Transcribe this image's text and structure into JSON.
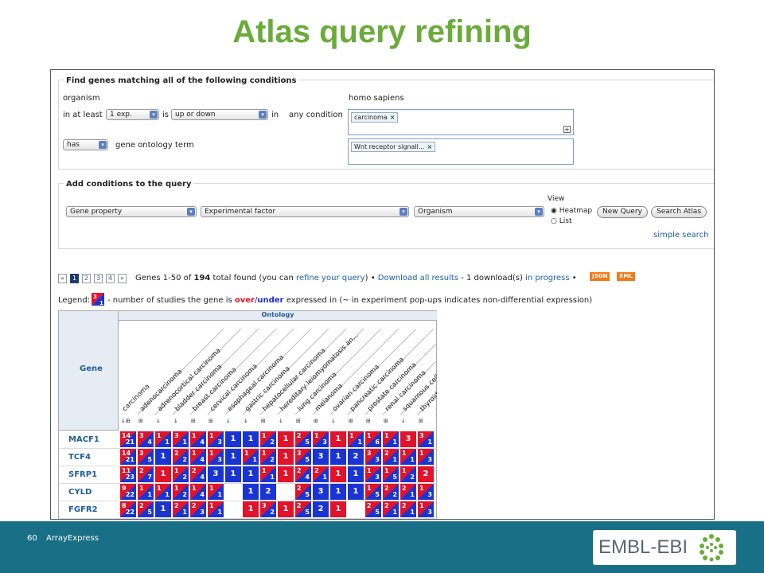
{
  "slide": {
    "title": "Atlas query refining",
    "page_number": "60",
    "footer_label": "ArrayExpress",
    "logo_text": "EMBL-EBI"
  },
  "find_section": {
    "legend": "Find genes matching all of the following conditions",
    "organism_label": "organism",
    "organism_value": "homo sapiens",
    "in_at_least_label": "in at least",
    "exp_select": "1 exp.",
    "is_label": "is",
    "direction_select": "up or down",
    "in_label": "in",
    "condition_label": "any condition",
    "condition_tag": "carcinoma",
    "has_select": "has",
    "go_term_label": "gene ontology term",
    "go_tag": "Wnt receptor signall..."
  },
  "add_section": {
    "legend": "Add conditions to the query",
    "select_1": "Gene property",
    "select_2": "Experimental factor",
    "select_3": "Organism",
    "view_label": "View",
    "view_heatmap": "Heatmap",
    "view_list": "List",
    "new_query_button": "New Query",
    "search_atlas_button": "Search Atlas",
    "simple_search_link": "simple search"
  },
  "results": {
    "pages": [
      "«",
      "1",
      "2",
      "3",
      "4",
      "»"
    ],
    "current_page": "1",
    "genes_range": "Genes 1-50 of",
    "total": "194",
    "total_found": "total found (you can",
    "refine_link": "refine your query",
    "close_paren": ")",
    "bullet": "•",
    "download_link": "Download all results",
    "download_text": "- 1 download(s)",
    "progress_link": "in progress",
    "json_badge": "JSON",
    "xml_badge": "XML"
  },
  "legend": {
    "label": "Legend:",
    "sample_top": "3",
    "sample_bottom": "1",
    "text_1": "- number of studies the gene is",
    "over": "over",
    "slash": "/",
    "under": "under",
    "text_2": "expressed in (~ in experiment pop-ups indicates non-differential expression)"
  },
  "heatmap": {
    "gene_header": "Gene",
    "ontology_header": "Ontology",
    "columns": [
      "carcinoma",
      "adenocarcinoma",
      "adrenocortical carcinoma",
      "bladder carcinoma",
      "breast carcinoma",
      "cervical carcinoma",
      "esophageal carcinoma",
      "gastric carcinoma",
      "hepatocellular carcinoma",
      "hereditary leiomyomatosis an...",
      "lung carcinoma",
      "melanoma",
      "ovarian carcinoma",
      "pancreatic carcinoma",
      "prostate carcinoma",
      "renal carcinoma",
      "squamous cell carcinoma",
      "thyroid carcinoma"
    ],
    "column_markers": [
      "↓⊞",
      "⊞",
      "↓",
      "↓",
      "⊞",
      "⊞",
      "↓",
      "↓",
      "⊞",
      "↓",
      "⊞",
      "⊞",
      "↓",
      "⊞",
      "⊞",
      "⊞",
      "↓",
      "⊞"
    ],
    "rows": [
      {
        "gene": "MACF1",
        "cells": [
          [
            "14",
            "21"
          ],
          [
            "3",
            "4"
          ],
          [
            "1",
            "1"
          ],
          [
            "3",
            "1"
          ],
          [
            "1",
            "4"
          ],
          [
            "1",
            "3"
          ],
          [
            "",
            "1"
          ],
          [
            "",
            "1"
          ],
          [
            "1",
            "2"
          ],
          [
            "1",
            ""
          ],
          [
            "2",
            "5"
          ],
          [
            "1",
            "3"
          ],
          [
            "1",
            ""
          ],
          [
            "1",
            "1"
          ],
          [
            "1",
            "6"
          ],
          [
            "1",
            "1"
          ],
          [
            "3",
            ""
          ],
          [
            "3",
            "1"
          ]
        ]
      },
      {
        "gene": "TCF4",
        "cells": [
          [
            "14",
            "21"
          ],
          [
            "3",
            "5"
          ],
          [
            "",
            "1"
          ],
          [
            "2",
            "2"
          ],
          [
            "1",
            "4"
          ],
          [
            "1",
            "3"
          ],
          [
            "",
            "1"
          ],
          [
            "1",
            "1"
          ],
          [
            "1",
            "2"
          ],
          [
            "1",
            ""
          ],
          [
            "3",
            "5"
          ],
          [
            "",
            "3"
          ],
          [
            "",
            "1"
          ],
          [
            "",
            "2"
          ],
          [
            "3",
            "3"
          ],
          [
            "2",
            "1"
          ],
          [
            "1",
            "1"
          ],
          [
            "1",
            "3"
          ]
        ]
      },
      {
        "gene": "SFRP1",
        "cells": [
          [
            "11",
            "23"
          ],
          [
            "2",
            "7"
          ],
          [
            "1",
            ""
          ],
          [
            "1",
            "2"
          ],
          [
            "2",
            "4"
          ],
          [
            "",
            "3"
          ],
          [
            "",
            "1"
          ],
          [
            "",
            "1"
          ],
          [
            "1",
            "1"
          ],
          [
            "1",
            ""
          ],
          [
            "2",
            "4"
          ],
          [
            "2",
            "1"
          ],
          [
            "1",
            ""
          ],
          [
            "",
            "1"
          ],
          [
            "1",
            "3"
          ],
          [
            "1",
            "5"
          ],
          [
            "1",
            "2"
          ],
          [
            "2",
            ""
          ]
        ]
      },
      {
        "gene": "CYLD",
        "cells": [
          [
            "9",
            "22"
          ],
          [
            "1",
            "1"
          ],
          [
            "1",
            "1"
          ],
          [
            "1",
            "2"
          ],
          [
            "1",
            "4"
          ],
          [
            "1",
            "1"
          ],
          null,
          [
            "",
            "1"
          ],
          [
            "",
            "2"
          ],
          null,
          [
            "2",
            "5"
          ],
          [
            "",
            "3"
          ],
          [
            "",
            "1"
          ],
          [
            "",
            "1"
          ],
          [
            "1",
            "5"
          ],
          [
            "2",
            "2"
          ],
          [
            "2",
            "1"
          ],
          [
            "1",
            "3"
          ]
        ]
      },
      {
        "gene": "FGFR2",
        "cells": [
          [
            "8",
            "22"
          ],
          [
            "2",
            "5"
          ],
          [
            "",
            "1"
          ],
          [
            "2",
            "1"
          ],
          [
            "2",
            "3"
          ],
          [
            "1",
            "1"
          ],
          null,
          [
            "1",
            ""
          ],
          [
            "3",
            "2"
          ],
          [
            "1",
            ""
          ],
          [
            "2",
            "5"
          ],
          [
            "",
            "2"
          ],
          [
            "1",
            ""
          ],
          null,
          [
            "2",
            "5"
          ],
          [
            "2",
            "1"
          ],
          [
            "2",
            "1"
          ],
          [
            "1",
            "3"
          ]
        ]
      }
    ]
  },
  "colors": {
    "title_green": "#6aac3a",
    "up_red": "#e2122a",
    "down_blue": "#1a34d4",
    "footer_teal": "#196f86",
    "link_blue": "#1a5fa8"
  }
}
